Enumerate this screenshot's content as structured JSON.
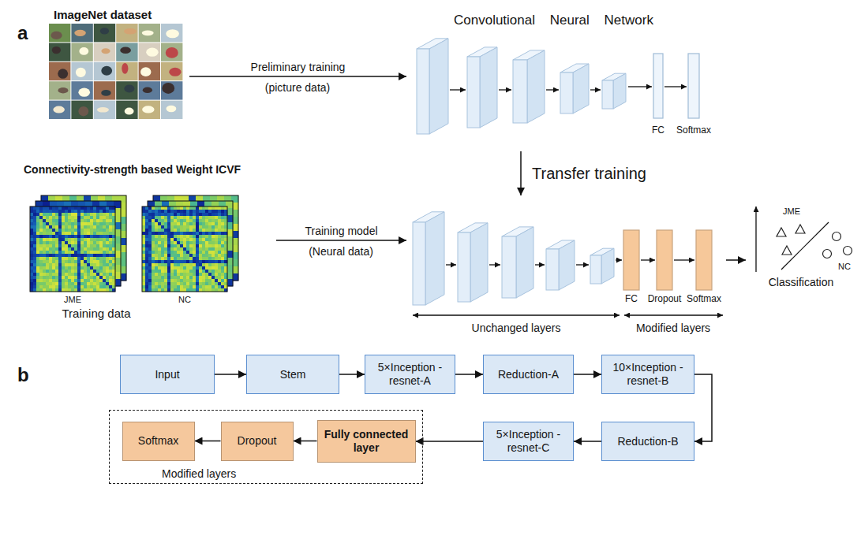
{
  "diagram": {
    "nodes": [
      {
        "text": [
          "ImageNet dataset"
        ]
      },
      {
        "text": [
          "Convolutional Neural Network",
          "FC",
          "Softmax"
        ]
      },
      {
        "text": [
          "Connectivity-strength based Weight ICVF"
        ]
      },
      {
        "text": [
          "FC",
          "Dropout",
          "Softmax"
        ]
      },
      {
        "text": [
          "Classification"
        ]
      },
      {
        "text": [
          "Input"
        ]
      },
      {
        "text": [
          "Stem"
        ]
      },
      {
        "text": [
          "5×Inception -resnet-A"
        ]
      },
      {
        "text": [
          "Reduction-A"
        ]
      },
      {
        "text": [
          "10×Inception -resnet-B"
        ]
      },
      {
        "text": [
          "Reduction-B"
        ]
      },
      {
        "text": [
          "5×Inception -resnet-C"
        ]
      },
      {
        "text": [
          "Modified layers"
        ]
      },
      {
        "text": [
          "Fully connected layer"
        ],
        "in": 12
      },
      {
        "text": [
          "Dropout"
        ],
        "in": 12
      },
      {
        "text": [
          "Softmax"
        ],
        "in": 12
      }
    ],
    "edges": [
      {
        "from": 0,
        "to": 1,
        "arrow": "to",
        "label": "Preliminary training"
      },
      {
        "from": 1,
        "to": 3,
        "arrow": "to",
        "label": "Transfer training"
      },
      {
        "from": 2,
        "to": 3,
        "arrow": "to",
        "label": "Training model"
      },
      {
        "from": 3,
        "to": 4,
        "arrow": "to"
      },
      {
        "from": 5,
        "to": 6,
        "arrow": "to"
      },
      {
        "from": 6,
        "to": 7,
        "arrow": "to"
      },
      {
        "from": 7,
        "to": 8,
        "arrow": "to"
      },
      {
        "from": 8,
        "to": 9,
        "arrow": "to"
      },
      {
        "from": 9,
        "to": 10,
        "arrow": "to"
      },
      {
        "from": 10,
        "to": 11,
        "arrow": "to"
      },
      {
        "from": 11,
        "to": 13,
        "arrow": "to"
      },
      {
        "from": 13,
        "to": 14,
        "arrow": "to"
      },
      {
        "from": 14,
        "to": 15,
        "arrow": "to"
      }
    ],
    "labels": [
      "a",
      "(picture data)",
      "(Neural data)",
      "JME",
      "NC",
      "Training data",
      "JME",
      "NC",
      "Unchanged layers",
      "Modified layers",
      "b"
    ]
  }
}
